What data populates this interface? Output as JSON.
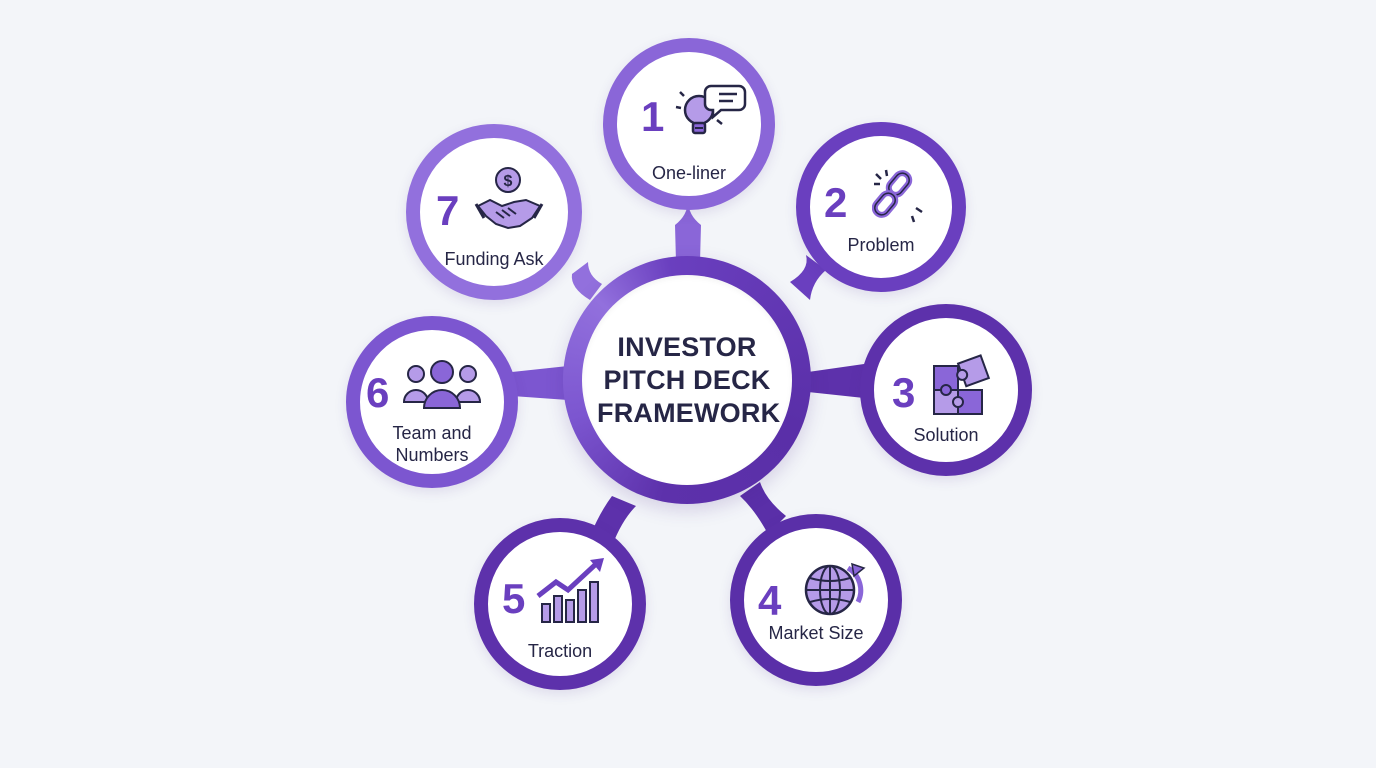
{
  "hub": {
    "title_line1": "INVESTOR",
    "title_line2": "PITCH DECK",
    "title_line3": "FRAMEWORK"
  },
  "steps": [
    {
      "number": "1",
      "label": "One-liner",
      "icon": "lightbulb-icon"
    },
    {
      "number": "2",
      "label": "Problem",
      "icon": "broken-chain-icon"
    },
    {
      "number": "3",
      "label": "Solution",
      "icon": "puzzle-icon"
    },
    {
      "number": "4",
      "label": "Market Size",
      "icon": "globe-icon"
    },
    {
      "number": "5",
      "label": "Traction",
      "icon": "growth-chart-icon"
    },
    {
      "number": "6",
      "label_line1": "Team and",
      "label_line2": "Numbers",
      "icon": "team-icon"
    },
    {
      "number": "7",
      "label": "Funding Ask",
      "icon": "handshake-icon"
    }
  ],
  "colors": {
    "primary": "#6a3fbf",
    "dark": "#5a2fa8",
    "light": "#9270dd",
    "text": "#262646",
    "background": "#f3f5f9"
  }
}
